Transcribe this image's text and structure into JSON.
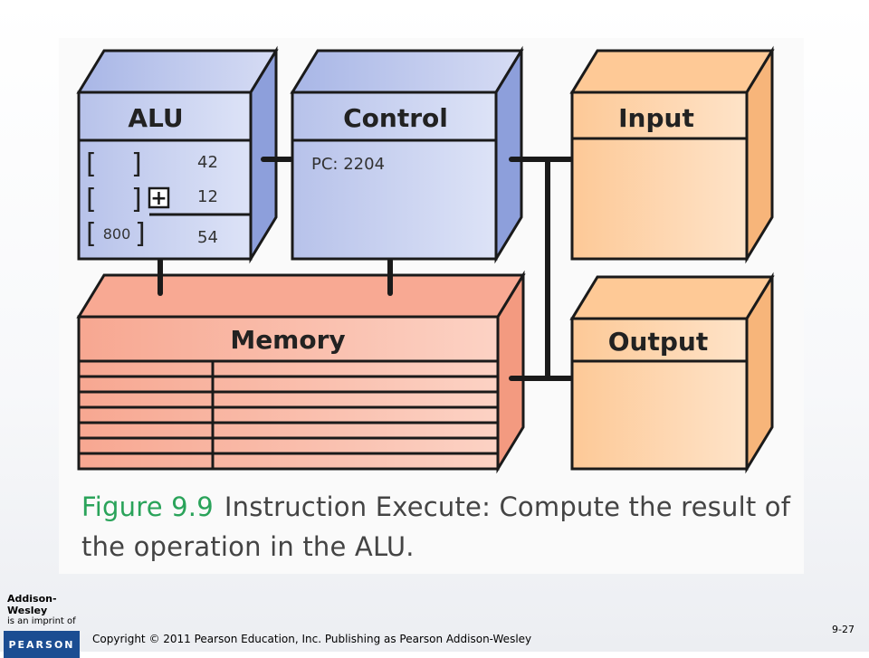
{
  "diagram": {
    "alu": {
      "title": "ALU",
      "registers": [
        {
          "bracket_value": "",
          "value": "42"
        },
        {
          "bracket_value": "",
          "value": "12"
        },
        {
          "bracket_value": "800",
          "value": "54"
        }
      ],
      "operator_symbol": "+"
    },
    "control": {
      "title": "Control",
      "pc_text": "PC: 2204"
    },
    "input": {
      "title": "Input"
    },
    "output": {
      "title": "Output"
    },
    "memory": {
      "title": "Memory"
    }
  },
  "caption": {
    "figure_label": "Figure 9.9",
    "text": "Instruction Execute: Compute the result of the operation in the ALU."
  },
  "footer": {
    "publisher": "Addison-Wesley",
    "imprint": "is an imprint of",
    "logo": "PEARSON",
    "copyright": "Copyright © 2011 Pearson Education, Inc. Publishing as Pearson Addison-Wesley",
    "slide_number": "9-27"
  },
  "colors": {
    "blue_front": "#c5cdee",
    "blue_side": "#8d9fdb",
    "orange_front": "#fdd3a8",
    "orange_side": "#f7b57a",
    "salmon_front": "#f9b4a0",
    "salmon_side": "#f39a80",
    "caption_green": "#2aa35a"
  }
}
